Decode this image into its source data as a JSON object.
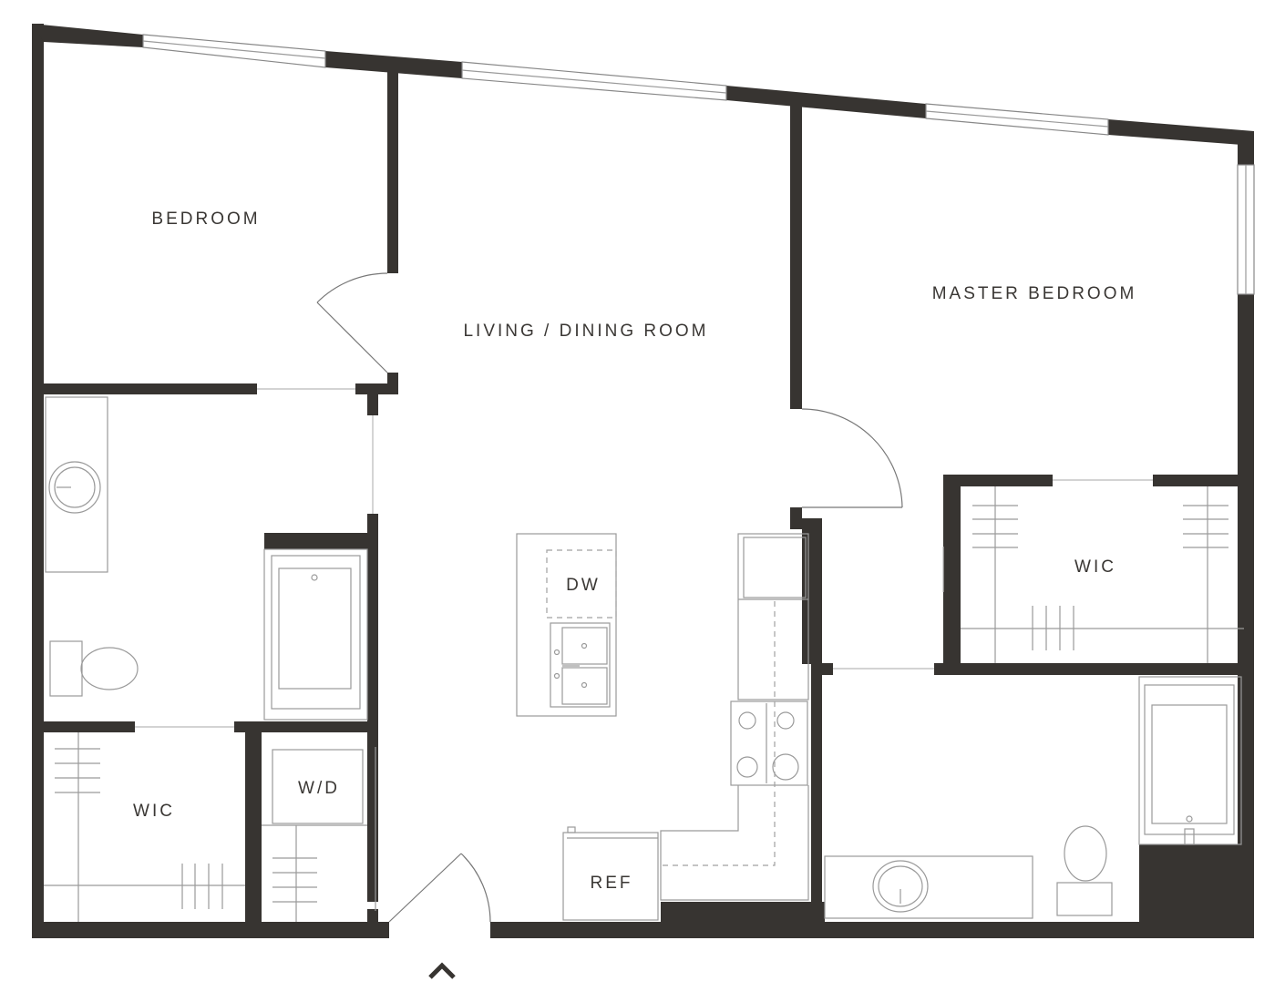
{
  "rooms": {
    "bedroom": "BEDROOM",
    "living_dining": "LIVING / DINING ROOM",
    "master_bedroom": "MASTER BEDROOM",
    "wic_master": "WIC",
    "wic_left": "WIC",
    "washer_dryer": "W/D",
    "dishwasher": "DW",
    "refrigerator": "REF"
  },
  "colors": {
    "wall": "#373431",
    "label": "#3a3734",
    "fixture_line": "#9a9a9a"
  },
  "icons": {
    "entry_marker": "chevron-up-icon"
  }
}
